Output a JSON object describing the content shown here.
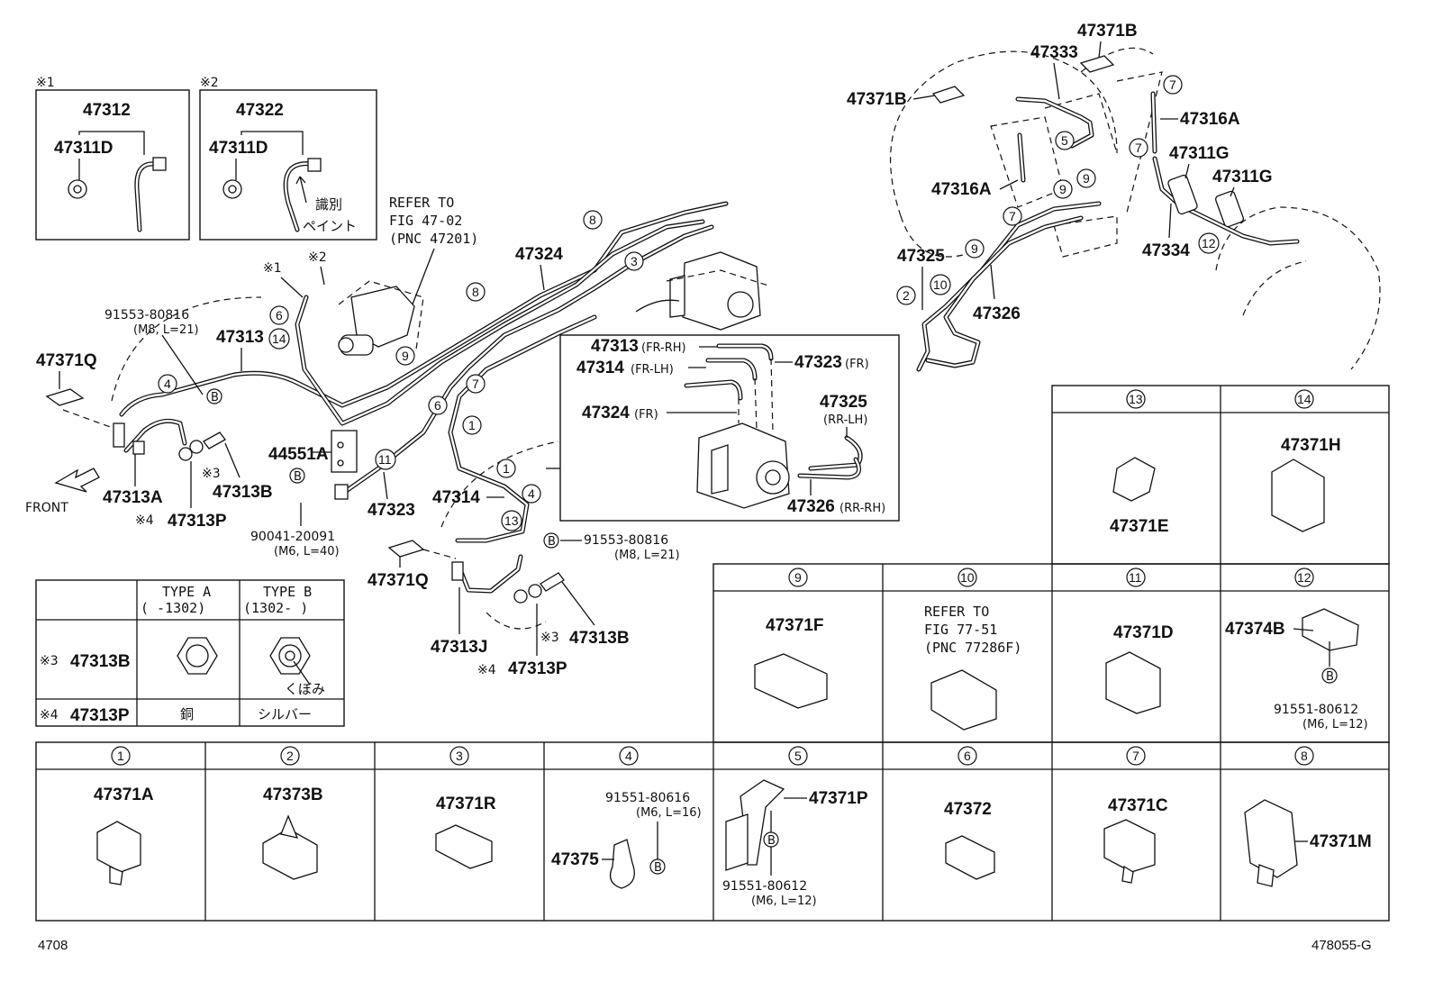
{
  "labels": {
    "l47312": "47312",
    "l47311D_a": "47311D",
    "l47322": "47322",
    "l47311D_b": "47311D",
    "mark1": "※1",
    "mark2": "※2",
    "paint_id": "識別",
    "paint": "ペイント",
    "refer1_a": "REFER TO",
    "refer1_b": "FIG 47-02",
    "refer1_c": "(PNC 47201)",
    "l47324": "47324",
    "l91553a": "91553-80816",
    "l91553a_spec": "(M8, L=21)",
    "l47313": "47313",
    "l47371Q_a": "47371Q",
    "l44551A": "44551A",
    "l47313A": "47313A",
    "l47313B_a": "47313B",
    "l47313P_a": "47313P",
    "mark3_a": "※3",
    "mark4_a": "※4",
    "front": "FRONT",
    "l90041": "90041-20091",
    "l90041_spec": "(M6, L=40)",
    "l47323_main": "47323",
    "l47314_main": "47314",
    "l91553b": "91553-80816",
    "l91553b_spec": "(M8, L=21)",
    "l47371Q_b": "47371Q",
    "l47313J": "47313J",
    "l47313B_b": "47313B",
    "l47313P_b": "47313P",
    "mark3_b": "※3",
    "mark4_b": "※4",
    "inset_47313": "47313",
    "inset_47313_sfx": "(FR-RH)",
    "inset_47314": "47314",
    "inset_47314_sfx": "(FR-LH)",
    "inset_47323": "47323",
    "inset_47323_sfx": "(FR)",
    "inset_47324": "47324",
    "inset_47324_sfx": "(FR)",
    "inset_47325": "47325",
    "inset_47325_sfx": "(RR-LH)",
    "inset_47326": "47326",
    "inset_47326_sfx": "(RR-RH)",
    "l47371B_a": "47371B",
    "l47371B_b": "47371B",
    "l47333": "47333",
    "l47316A_a": "47316A",
    "l47316A_b": "47316A",
    "l47311G_a": "47311G",
    "l47311G_b": "47311G",
    "l47325_rear": "47325",
    "l47326_rear": "47326",
    "l47334": "47334"
  },
  "type_table": {
    "type_a": "TYPE A",
    "type_a_range": "(      -1302)",
    "type_b": "TYPE B",
    "type_b_range": "(1302-      )",
    "row3_mark": "※3",
    "row3_part": "47313B",
    "row4_mark": "※4",
    "row4_part": "47313P",
    "dent": "くぼみ",
    "copper": "銅",
    "silver": "シルバー"
  },
  "clips": {
    "c1": {
      "num": "1",
      "part": "47371A"
    },
    "c2": {
      "num": "2",
      "part": "47373B"
    },
    "c3": {
      "num": "3",
      "part": "47371R"
    },
    "c4": {
      "num": "4",
      "part": "47375",
      "bolt": "91551-80616",
      "bolt_spec": "(M6, L=16)"
    },
    "c5": {
      "num": "5",
      "part": "47371P",
      "bolt": "91551-80612",
      "bolt_spec": "(M6, L=12)"
    },
    "c6": {
      "num": "6",
      "part": "47372"
    },
    "c7": {
      "num": "7",
      "part": "47371C"
    },
    "c8": {
      "num": "8",
      "part": "47371M"
    },
    "c9": {
      "num": "9",
      "part": "47371F"
    },
    "c10": {
      "num": "10",
      "ref_a": "REFER TO",
      "ref_b": "FIG 77-51",
      "ref_c": "(PNC 77286F)"
    },
    "c11": {
      "num": "11",
      "part": "47371D"
    },
    "c12": {
      "num": "12",
      "part": "47374B",
      "bolt": "91551-80612",
      "bolt_spec": "(M6, L=12)"
    },
    "c13": {
      "num": "13",
      "part": "47371E"
    },
    "c14": {
      "num": "14",
      "part": "47371H"
    }
  },
  "footer": {
    "left": "4708",
    "right": "478055-G"
  }
}
